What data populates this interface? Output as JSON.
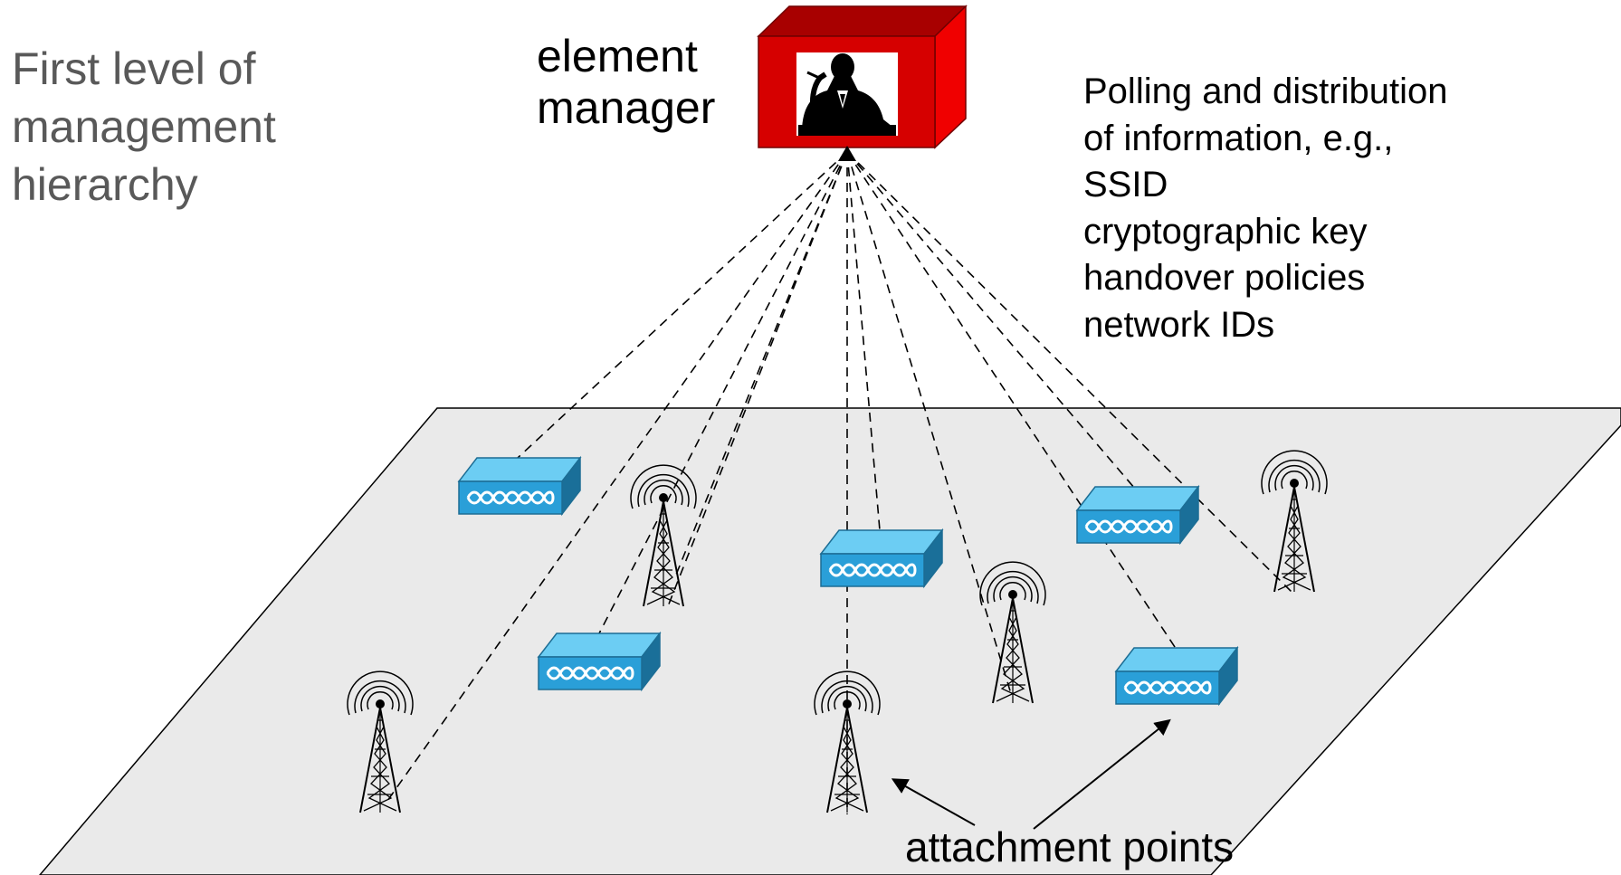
{
  "title": {
    "lines": [
      "First level of",
      "management",
      "hierarchy"
    ]
  },
  "element_manager": {
    "label_lines": [
      "element",
      "manager"
    ],
    "icon": "manager-person-icon",
    "box_color": "#d60000"
  },
  "info": {
    "lines": [
      "Polling and distribution",
      "of information, e.g.,",
      "SSID",
      "cryptographic key",
      "handover policies",
      "network IDs"
    ]
  },
  "plane": {
    "fill": "#eaeaea",
    "stroke": "#000000"
  },
  "devices": {
    "access_point_icon": "wireless-access-point-icon",
    "tower_icon": "radio-tower-icon",
    "access_point_color": "#2a9fd8"
  },
  "footer": {
    "label": "attachment points"
  }
}
